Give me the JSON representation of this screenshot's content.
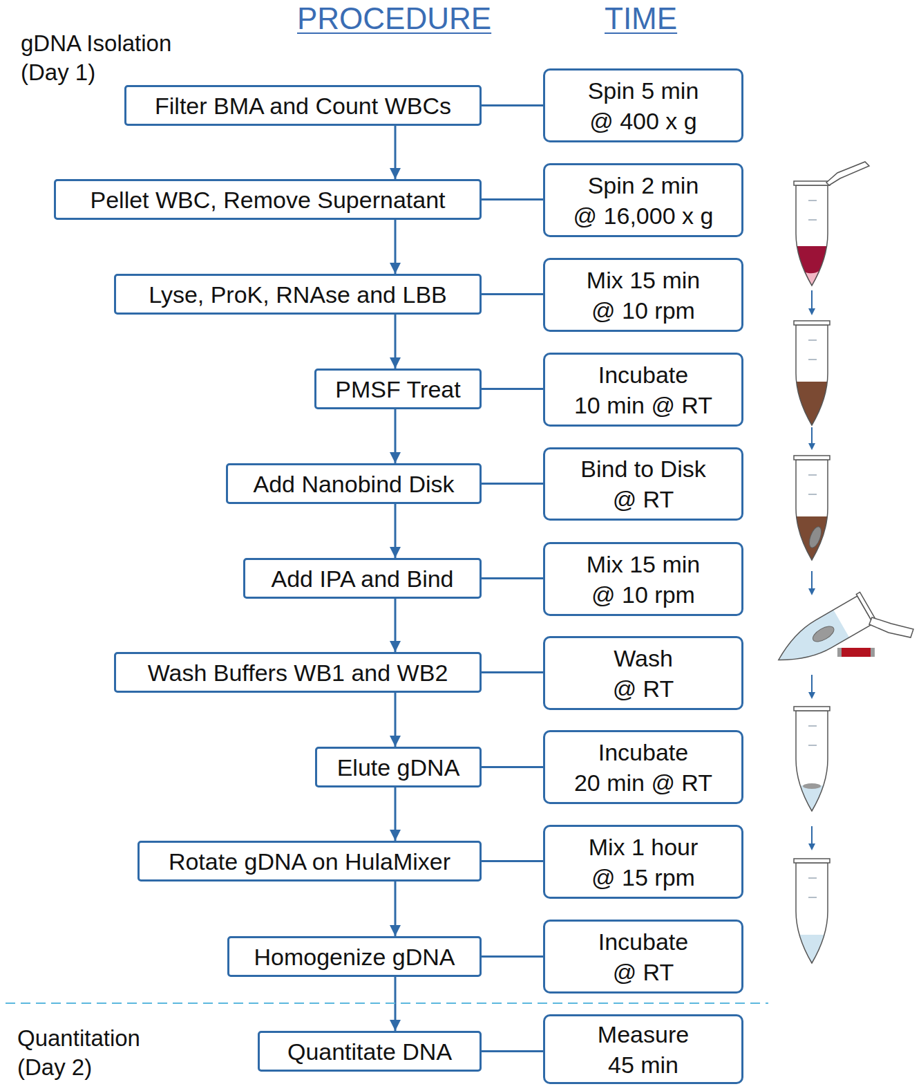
{
  "diagram": {
    "nodes": [
      {
        "text": [
          "Filter BMA and Count WBCs"
        ]
      },
      {
        "text": [
          "Pellet WBC, Remove Supernatant"
        ]
      },
      {
        "text": [
          "Lyse, ProK, RNAse and LBB"
        ]
      },
      {
        "text": [
          "PMSF Treat"
        ]
      },
      {
        "text": [
          "Add Nanobind Disk"
        ]
      },
      {
        "text": [
          "Add IPA and Bind"
        ]
      },
      {
        "text": [
          "Wash Buffers WB1 and WB2"
        ]
      },
      {
        "text": [
          "Elute gDNA"
        ]
      },
      {
        "text": [
          "Rotate gDNA on HulaMixer"
        ]
      },
      {
        "text": [
          "Homogenize gDNA"
        ]
      },
      {
        "text": [
          "Quantitate DNA"
        ]
      },
      {
        "text": [
          "Spin 5 min @ 400 x g"
        ]
      },
      {
        "text": [
          "Spin 2 min @ 16,000 x g"
        ]
      },
      {
        "text": [
          "Mix 15 min @ 10 rpm"
        ]
      },
      {
        "text": [
          "Incubate 10 min @ RT"
        ]
      },
      {
        "text": [
          "Bind to Disk @ RT"
        ]
      },
      {
        "text": [
          "Mix 15 min @ 10 rpm"
        ]
      },
      {
        "text": [
          "Wash @ RT"
        ]
      },
      {
        "text": [
          "Incubate 20 min @ RT"
        ]
      },
      {
        "text": [
          "Mix 1 hour @ 15 rpm"
        ]
      },
      {
        "text": [
          "Incubate @ RT"
        ]
      },
      {
        "text": [
          "Measure 45 min"
        ]
      }
    ],
    "edges": [
      {
        "from": 0,
        "to": 1,
        "arrow": "to"
      },
      {
        "from": 1,
        "to": 2,
        "arrow": "to"
      },
      {
        "from": 2,
        "to": 3,
        "arrow": "to"
      },
      {
        "from": 3,
        "to": 4,
        "arrow": "to"
      },
      {
        "from": 4,
        "to": 5,
        "arrow": "to"
      },
      {
        "from": 5,
        "to": 6,
        "arrow": "to"
      },
      {
        "from": 6,
        "to": 7,
        "arrow": "to"
      },
      {
        "from": 7,
        "to": 8,
        "arrow": "to"
      },
      {
        "from": 8,
        "to": 9,
        "arrow": "to"
      },
      {
        "from": 9,
        "to": 10,
        "arrow": "to"
      },
      {
        "from": 0,
        "to": 11,
        "arrow": "none"
      },
      {
        "from": 1,
        "to": 12,
        "arrow": "none"
      },
      {
        "from": 2,
        "to": 13,
        "arrow": "none"
      },
      {
        "from": 3,
        "to": 14,
        "arrow": "none"
      },
      {
        "from": 4,
        "to": 15,
        "arrow": "none"
      },
      {
        "from": 5,
        "to": 16,
        "arrow": "none"
      },
      {
        "from": 6,
        "to": 17,
        "arrow": "none"
      },
      {
        "from": 7,
        "to": 18,
        "arrow": "none"
      },
      {
        "from": 8,
        "to": 19,
        "arrow": "none"
      },
      {
        "from": 9,
        "to": 20,
        "arrow": "none"
      },
      {
        "from": 10,
        "to": 21,
        "arrow": "none"
      }
    ],
    "labels": [
      "PROCEDURE",
      "TIME",
      "gDNA Isolation (Day 1)",
      "Quantitation (Day 2)"
    ]
  }
}
